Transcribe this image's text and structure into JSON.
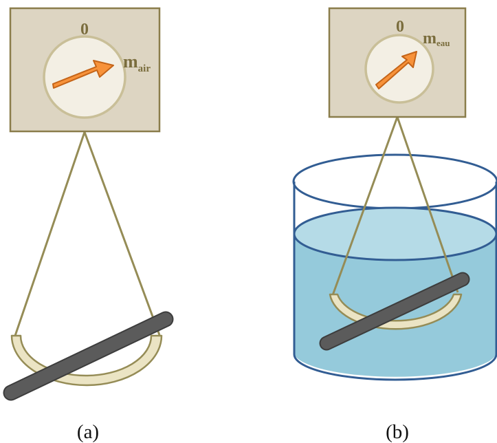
{
  "panels": {
    "a": {
      "caption": "(a)",
      "zero_label": "0",
      "mass_symbol": "m",
      "mass_subscript": "air"
    },
    "b": {
      "caption": "(b)",
      "zero_label": "0",
      "mass_symbol": "m",
      "mass_subscript": "eau"
    }
  },
  "colors": {
    "scale_box": "#ddd5c2",
    "scale_border": "#8a7d4b",
    "dial_face": "#f3efe4",
    "dial_border": "#c9bf98",
    "arrow_fill": "#f7923a",
    "arrow_stroke": "#c46418",
    "rod": "#5b5b5b",
    "cradle_fill": "#ebe4c4",
    "string": "#958c56",
    "water": "#95cadb",
    "water_surface": "#b5dbe7",
    "beaker_outline": "#325d93",
    "label_text": "#7a6d3d"
  }
}
